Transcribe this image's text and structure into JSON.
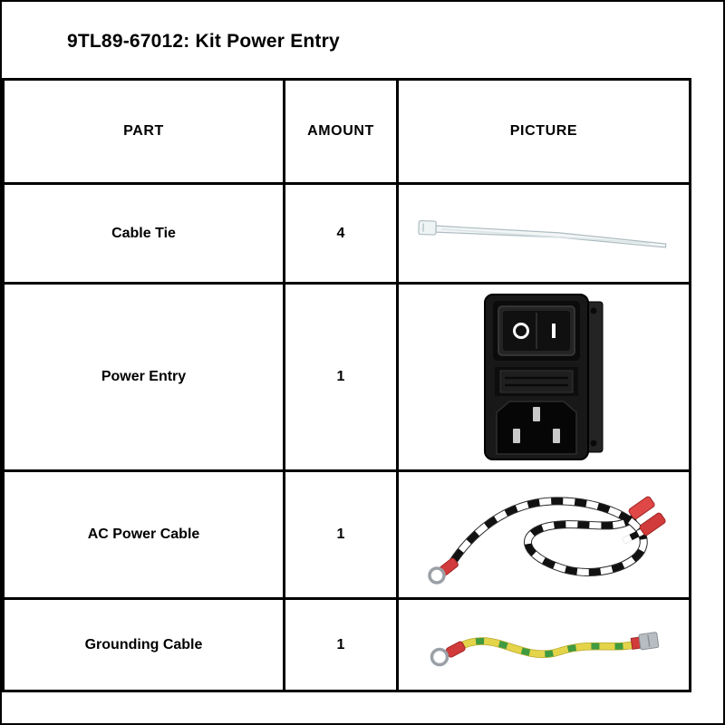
{
  "title": "9TL89-67012: Kit Power Entry",
  "table": {
    "headers": [
      "PART",
      "AMOUNT",
      "PICTURE"
    ],
    "rows": [
      {
        "part": "Cable Tie",
        "amount": "4",
        "picture": "cable-tie-image"
      },
      {
        "part": "Power Entry",
        "amount": "1",
        "picture": "power-entry-module-image"
      },
      {
        "part": "AC Power Cable",
        "amount": "1",
        "picture": "ac-power-cable-image"
      },
      {
        "part": "Grounding Cable",
        "amount": "1",
        "picture": "grounding-cable-image"
      }
    ]
  },
  "colors": {
    "border": "#000000",
    "background": "#ffffff",
    "cable_tie_white": "#f2f6f6",
    "terminal_red": "#d23b3b",
    "ground_wire_yellow": "#d9c832",
    "ground_wire_green": "#3f9b3f",
    "module_black": "#181818"
  }
}
